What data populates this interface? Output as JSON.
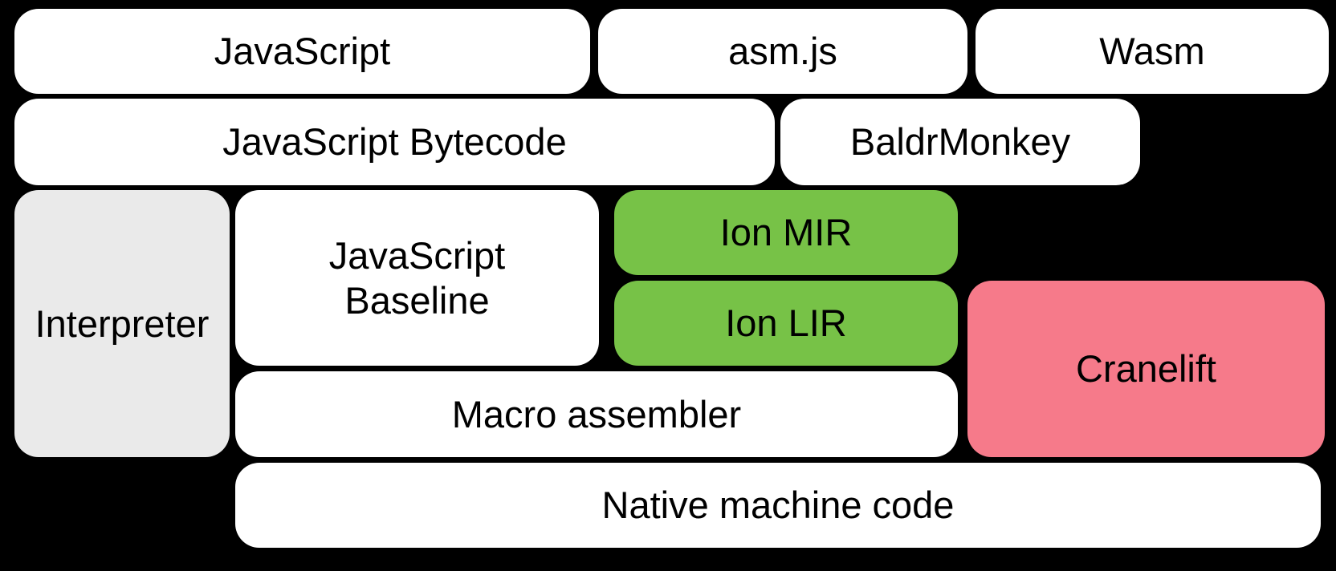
{
  "diagram": {
    "title": "SpiderMonkey compiler pipeline diagram",
    "colors": {
      "background": "#000000",
      "box_default": "#ffffff",
      "interpreter_gray": "#eaeaea",
      "ion_green": "#77c247",
      "cranelift_pink": "#f67a8a",
      "label_text": "#000000"
    },
    "nodes": {
      "javascript": {
        "label": "JavaScript"
      },
      "asmjs": {
        "label": "asm.js"
      },
      "wasm": {
        "label": "Wasm"
      },
      "bytecode": {
        "label": "JavaScript Bytecode"
      },
      "baldrmonkey": {
        "label": "BaldrMonkey"
      },
      "interpreter": {
        "label": "Interpreter"
      },
      "baseline": {
        "line1": "JavaScript",
        "line2": "Baseline"
      },
      "ion_mir": {
        "label": "Ion MIR"
      },
      "ion_lir": {
        "label": "Ion LIR"
      },
      "cranelift": {
        "label": "Cranelift"
      },
      "macro_assembler": {
        "label": "Macro assembler"
      },
      "native": {
        "label": "Native machine code"
      }
    }
  }
}
